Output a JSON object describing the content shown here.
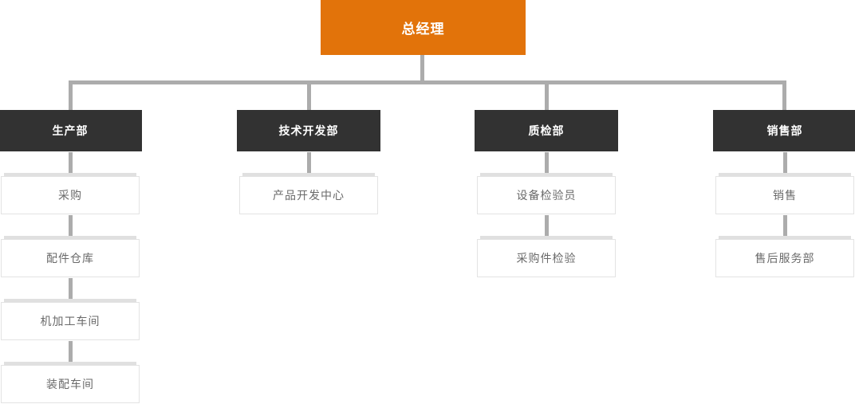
{
  "colors": {
    "root_orange": "#e2730a",
    "dept_dark": "#323232",
    "connector_gray": "#acacac",
    "node_border": "#e3e3e3",
    "node_accent_bar": "#e0e0e0",
    "node_text": "#6a6a6a"
  },
  "org_chart": {
    "type": "org-tree",
    "root": {
      "label": "总经理"
    },
    "departments": [
      {
        "label": "生产部",
        "children": [
          "采购",
          "配件仓库",
          "机加工车间",
          "装配车间"
        ]
      },
      {
        "label": "技术开发部",
        "children": [
          "产品开发中心"
        ]
      },
      {
        "label": "质检部",
        "children": [
          "设备检验员",
          "采购件检验"
        ]
      },
      {
        "label": "销售部",
        "children": [
          "销售",
          "售后服务部"
        ]
      }
    ]
  }
}
